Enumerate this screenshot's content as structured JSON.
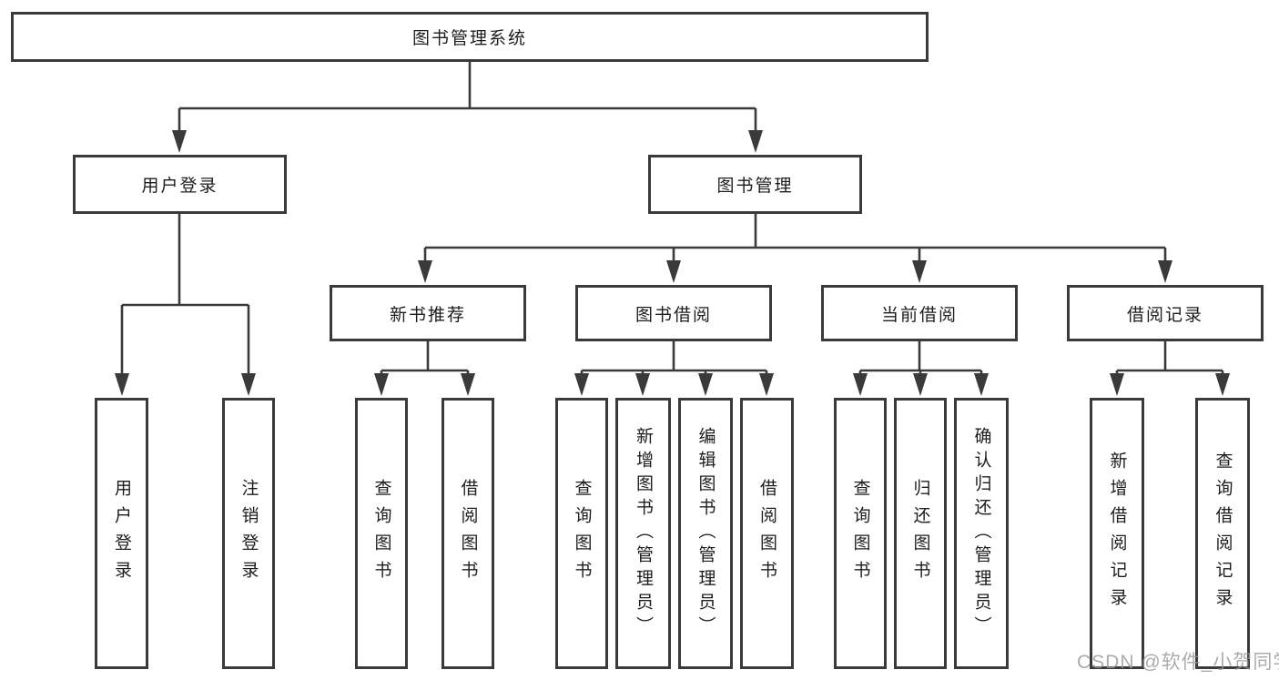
{
  "diagram_type": "hierarchy",
  "tree": {
    "root": {
      "label": "图书管理系统"
    },
    "user_login": {
      "label": "用户登录",
      "children": [
        {
          "label": "用户登录"
        },
        {
          "label": "注销登录"
        }
      ]
    },
    "book_mgmt": {
      "label": "图书管理",
      "children": [
        {
          "label": "新书推荐",
          "children": [
            {
              "label": "查询图书"
            },
            {
              "label": "借阅图书"
            }
          ]
        },
        {
          "label": "图书借阅",
          "children": [
            {
              "label": "查询图书"
            },
            {
              "label": "新增图书（管理员）"
            },
            {
              "label": "编辑图书（管理员）"
            },
            {
              "label": "借阅图书"
            }
          ]
        },
        {
          "label": "当前借阅",
          "children": [
            {
              "label": "查询图书"
            },
            {
              "label": "归还图书"
            },
            {
              "label": "确认归还（管理员）"
            }
          ]
        },
        {
          "label": "借阅记录",
          "children": [
            {
              "label": "新增借阅记录"
            },
            {
              "label": "查询借阅记录"
            }
          ]
        }
      ]
    }
  },
  "watermark": {
    "text": "CSDN @软件_小贺同学"
  },
  "colors": {
    "line": "#3a3a3a",
    "text": "#1d1d1d",
    "background": "#ffffff",
    "watermark": "#999999"
  }
}
